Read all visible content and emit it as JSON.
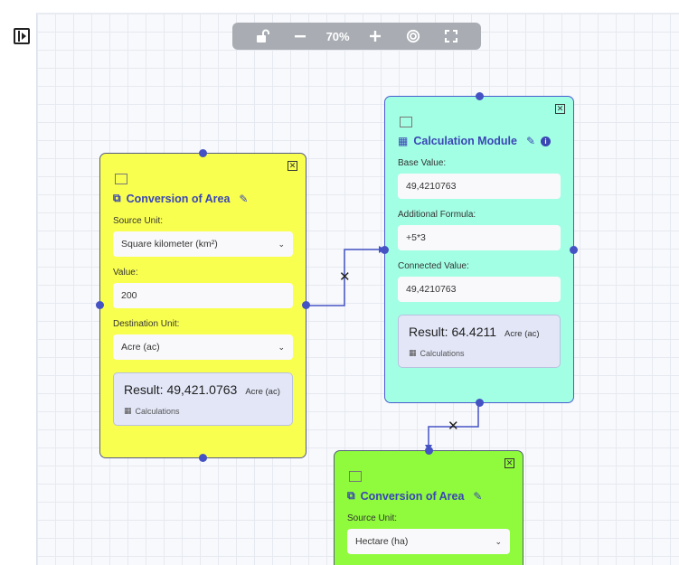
{
  "toolbar": {
    "lock_icon": "unlock-icon",
    "zoom_out_icon": "minus-icon",
    "zoom_level": "70%",
    "zoom_in_icon": "plus-icon",
    "fit_icon": "target-icon",
    "fullscreen_icon": "fullscreen-icon"
  },
  "nodes": {
    "area1": {
      "title": "Conversion of Area",
      "source_unit_label": "Source Unit:",
      "source_unit_value": "Square kilometer (km²)",
      "value_label": "Value:",
      "value": "200",
      "dest_unit_label": "Destination Unit:",
      "dest_unit_value": "Acre (ac)",
      "result": "Result: 49,421.0763",
      "result_unit": "Acre (ac)",
      "calc_link": "Calculations"
    },
    "calc": {
      "title": "Calculation Module",
      "base_label": "Base Value:",
      "base_value": "49,4210763",
      "formula_label": "Additional Formula:",
      "formula_value": "+5*3",
      "connected_label": "Connected Value:",
      "connected_value": "49,4210763",
      "result": "Result: 64.4211",
      "result_unit": "Acre (ac)",
      "calc_link": "Calculations"
    },
    "area2": {
      "title": "Conversion of Area",
      "source_unit_label": "Source Unit:",
      "source_unit_value": "Hectare (ha)"
    }
  },
  "colors": {
    "node_yellow": "#f9ff4f",
    "node_cyan": "#a3ffe4",
    "node_green": "#8ffb3c",
    "accent": "#3a46b4",
    "edge": "#4452c4"
  }
}
